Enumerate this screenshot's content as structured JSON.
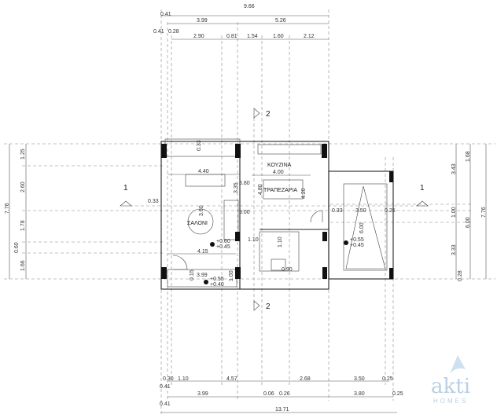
{
  "top_dims": {
    "total": "9.66",
    "row2": [
      "0.41",
      "3.99",
      "5.26"
    ],
    "row3": [
      "0.41",
      "0.28",
      "2.90",
      "0.81",
      "1.54",
      "1.60",
      "2.12"
    ]
  },
  "bottom_dims": {
    "row1": [
      "0.30",
      "1.10",
      "4.57",
      "2.68",
      "3.50",
      "0.25"
    ],
    "row2": [
      "0.41",
      "3.99",
      "0.06",
      "0.26",
      "3.80",
      "0.25"
    ],
    "row3": [
      "0.41",
      "13.71"
    ]
  },
  "left_dims": {
    "total": "7.76",
    "parts": [
      "1.25",
      "2.60",
      "1.78",
      "0.60",
      "1.66"
    ]
  },
  "right_dims": {
    "inner": [
      "3.43",
      "1.00",
      "3.33",
      "0.28"
    ],
    "middle": [
      "1.68",
      "6.00"
    ],
    "total": "7.76"
  },
  "rooms": {
    "kitchen": "ΚΟΥΖΙΝΑ",
    "dining": "ΤΡΑΠΕΖΑΡΙΑ",
    "living": "ΣΑΛΟΝΙ"
  },
  "inner_dims": {
    "balcony": "0.33",
    "living_w": "4.40",
    "kitchen_w": "4.00",
    "d335": "3.35",
    "d580": "5.80",
    "d480": "4.80",
    "d420": "4.20",
    "d900": "9.00",
    "d360": "3.60",
    "left_033": "0.33",
    "right_033": "0.33",
    "pool_w": "3.50",
    "pool_025": "0.25",
    "pool_len": "6.00",
    "stair_110": "1.10",
    "stair_110b": "1.10",
    "d415": "4.15",
    "terrace_w": "3.99",
    "d015": "0.15",
    "d100": "1.00",
    "d090": "0.90"
  },
  "levels": {
    "living": [
      "+0.60",
      "+0.45"
    ],
    "terrace": [
      "+0.55",
      "+0.40"
    ],
    "pool": [
      "+0.55",
      "+0.45"
    ]
  },
  "section_markers": {
    "top": "2",
    "bottom": "2",
    "left": "1",
    "right": "1"
  },
  "logo": {
    "name": "akti",
    "sub": "HOMES",
    "color": "#b9cfe4"
  }
}
